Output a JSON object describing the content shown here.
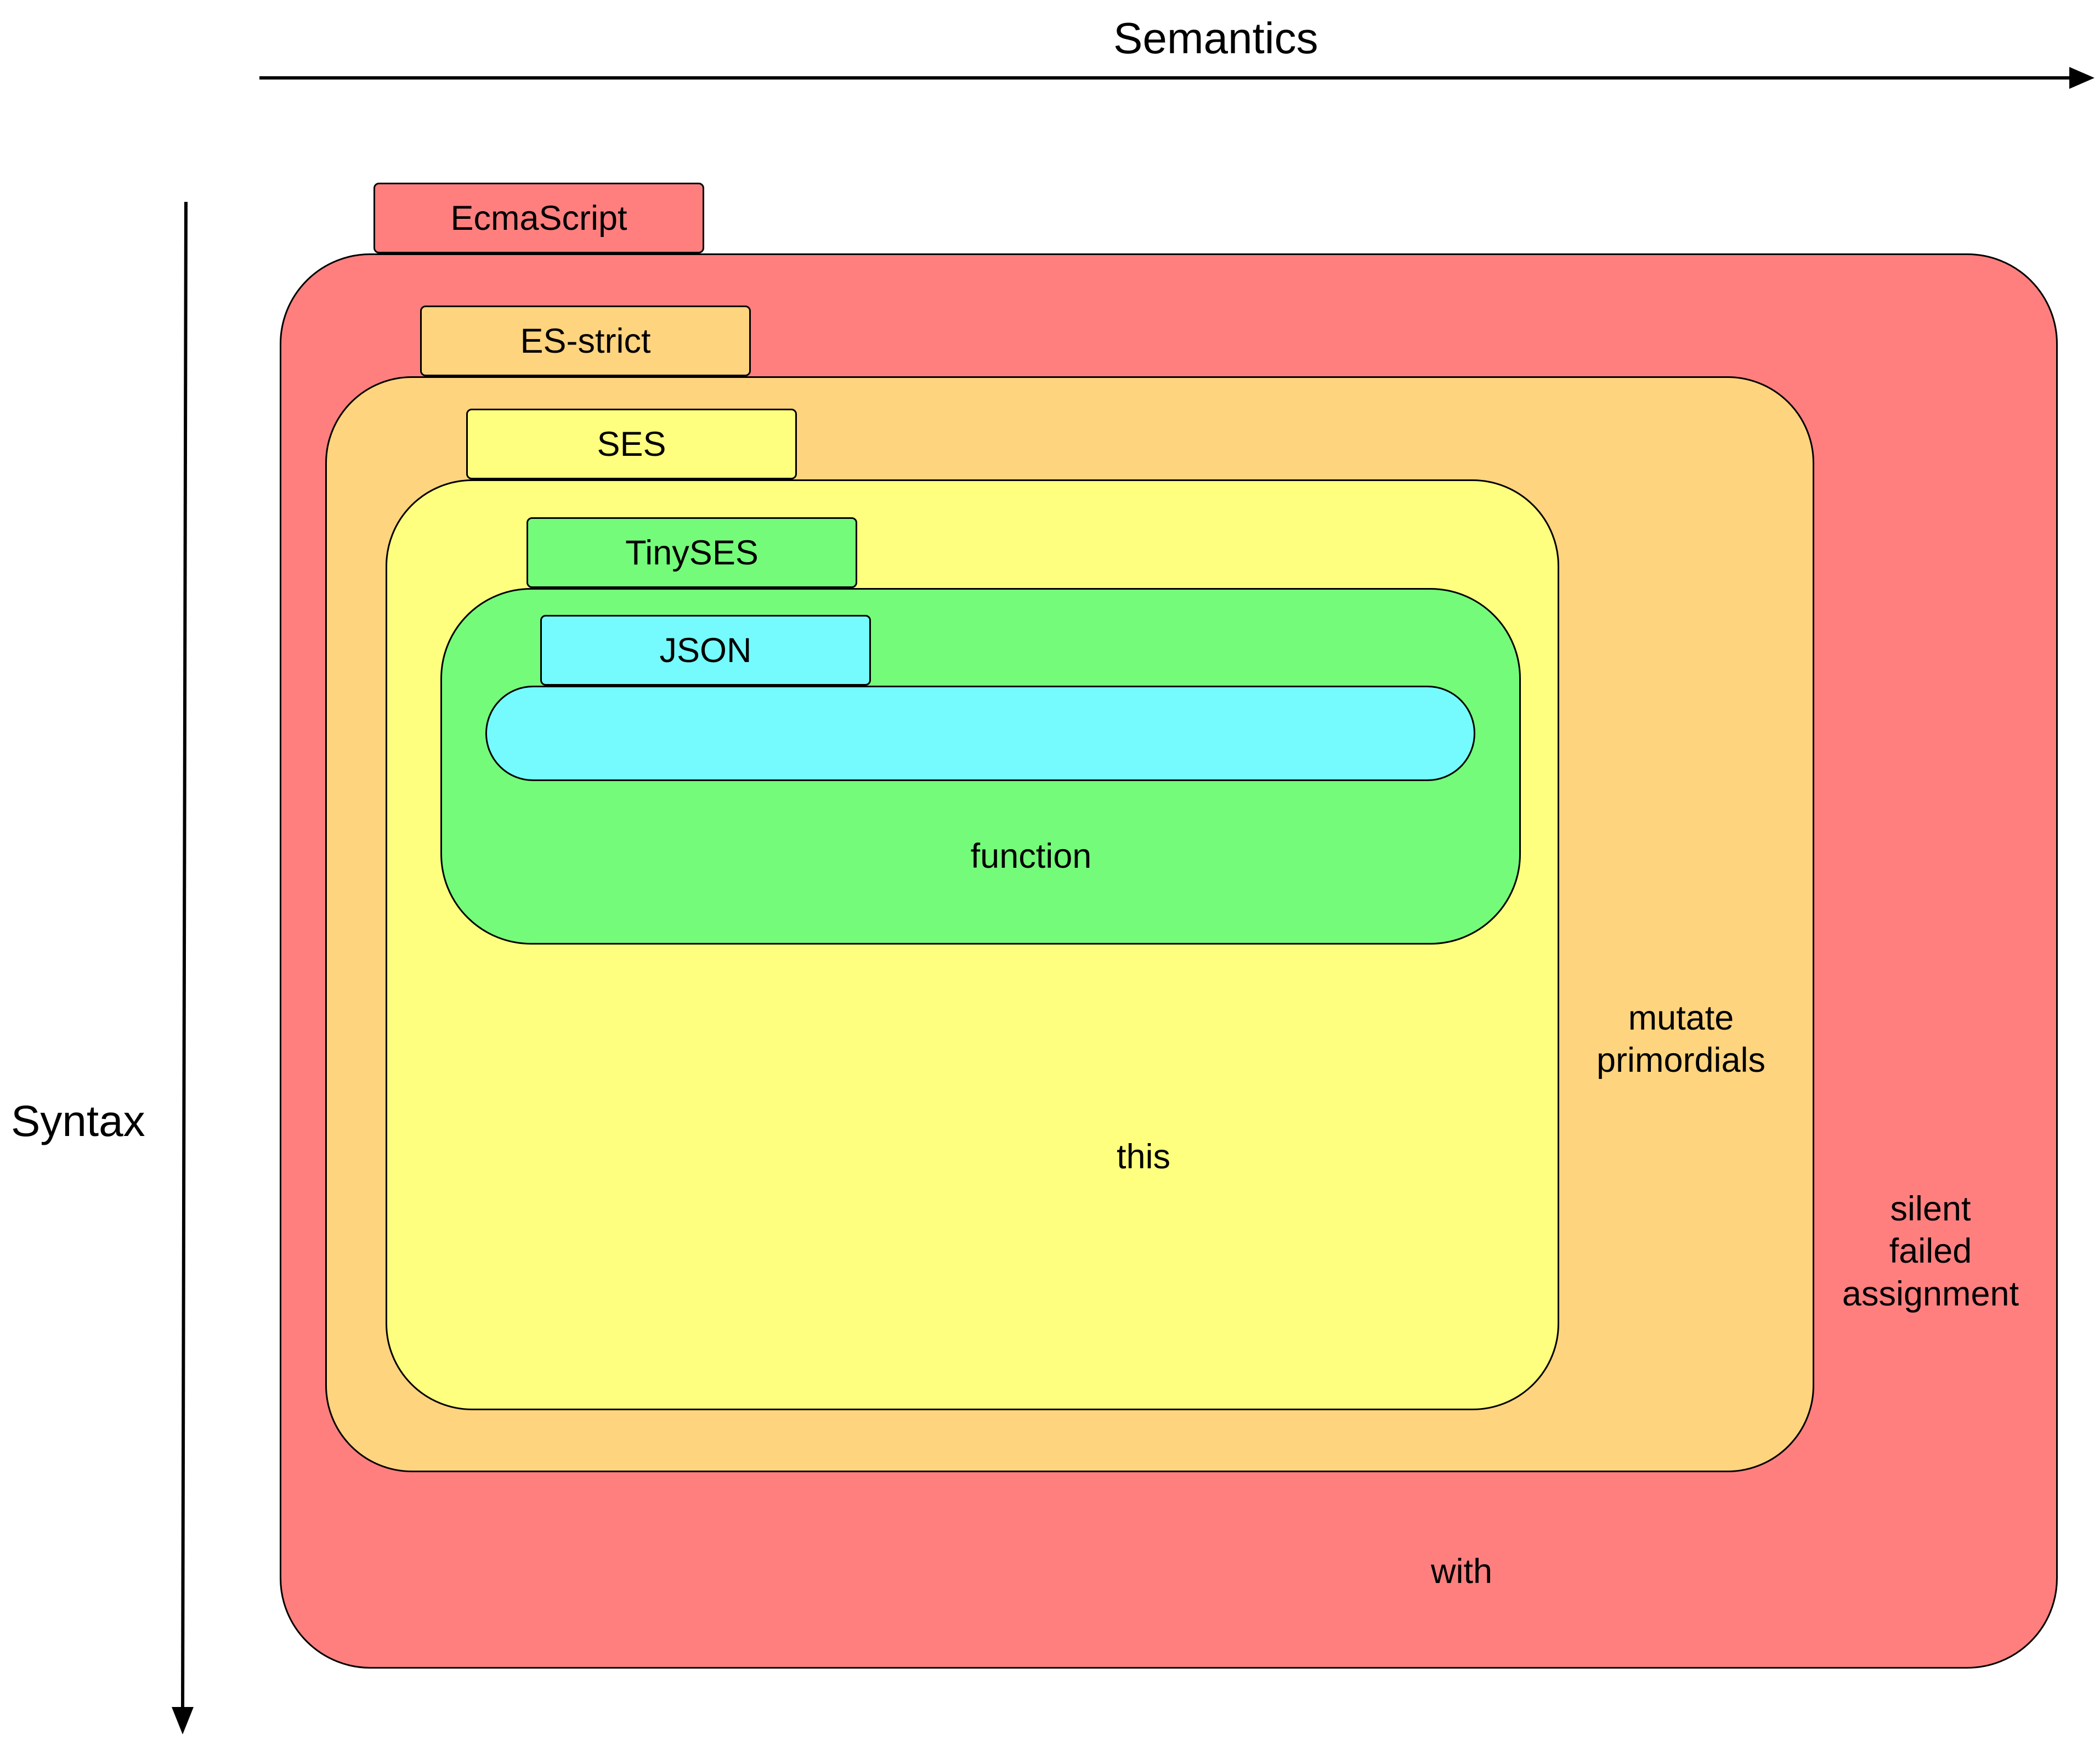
{
  "axes": {
    "x_title": "Semantics",
    "y_title": "Syntax"
  },
  "regions": {
    "ecmascript": {
      "title": "EcmaScript",
      "note": "with",
      "note2": "silent\nfailed\nassignment",
      "fill": "#ff7f7f"
    },
    "es_strict": {
      "title": "ES-strict",
      "note": "mutate\nprimordials",
      "fill": "#ffd47f"
    },
    "ses": {
      "title": "SES",
      "note": "this",
      "fill": "#ffff7f"
    },
    "tinyses": {
      "title": "TinySES",
      "note": "function",
      "fill": "#75fb7a"
    },
    "json": {
      "title": "JSON",
      "fill": "#75fbfd"
    }
  }
}
